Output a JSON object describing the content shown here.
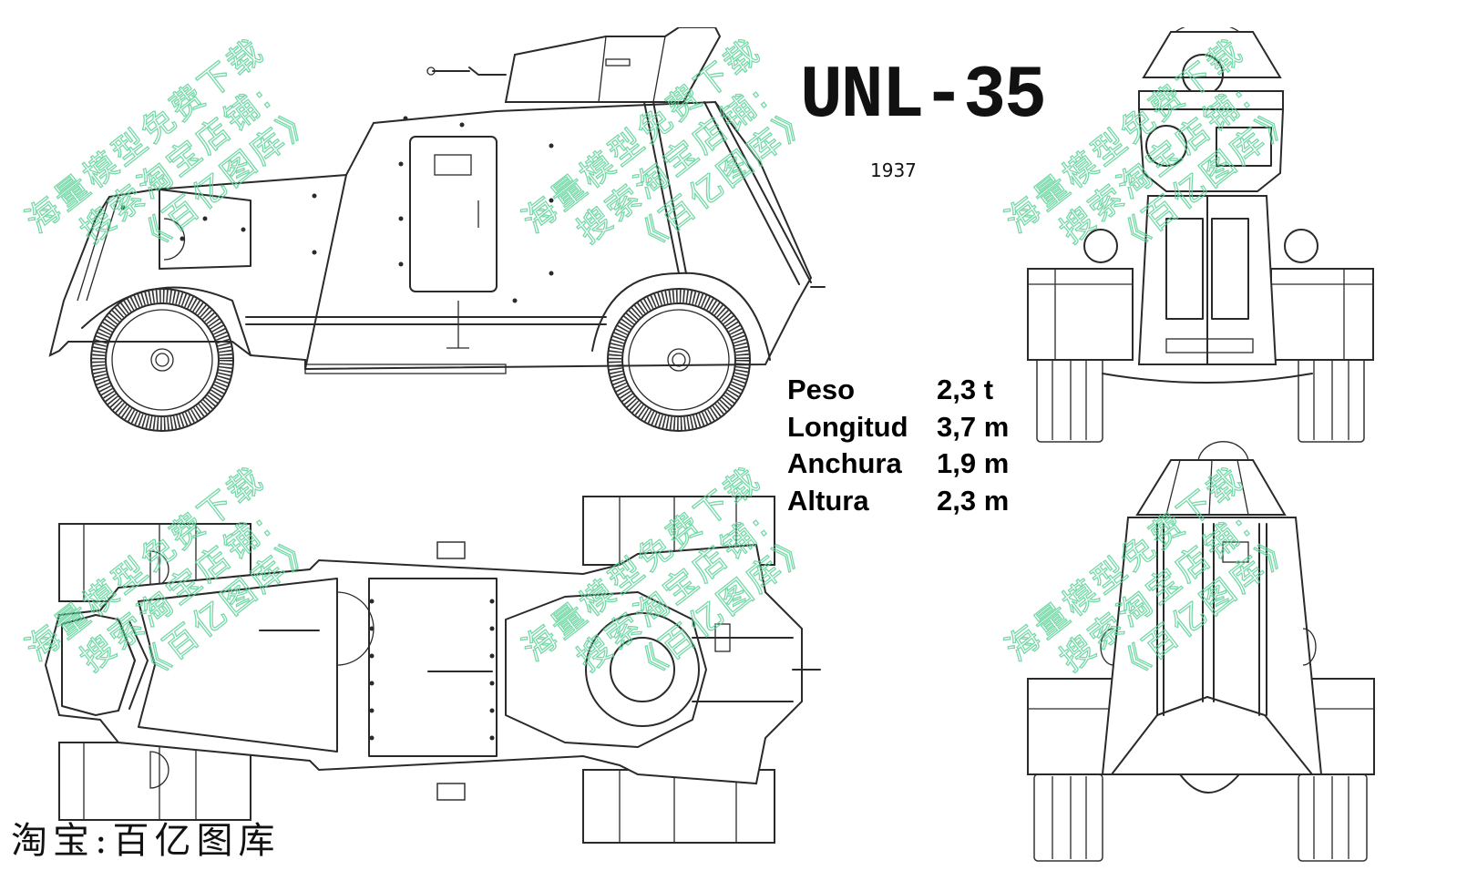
{
  "title": "UNL-35",
  "year": "1937",
  "specs": [
    {
      "label": "Peso",
      "value": "2,3 t"
    },
    {
      "label": "Longitud",
      "value": "3,7 m"
    },
    {
      "label": "Anchura",
      "value": "1,9 m"
    },
    {
      "label": "Altura",
      "value": "2,3 m"
    }
  ],
  "credit": "淘宝:百亿图库",
  "watermark": {
    "line1": "海量模型免费下载",
    "line2": "搜索淘宝店铺:",
    "line3": "《百亿图库》",
    "color": "#5fd39a"
  },
  "views": [
    {
      "name": "side-view",
      "icon": "armored-car-side-profile"
    },
    {
      "name": "top-view",
      "icon": "armored-car-top-plan"
    },
    {
      "name": "front-view",
      "icon": "armored-car-front"
    },
    {
      "name": "rear-view",
      "icon": "armored-car-rear"
    }
  ]
}
